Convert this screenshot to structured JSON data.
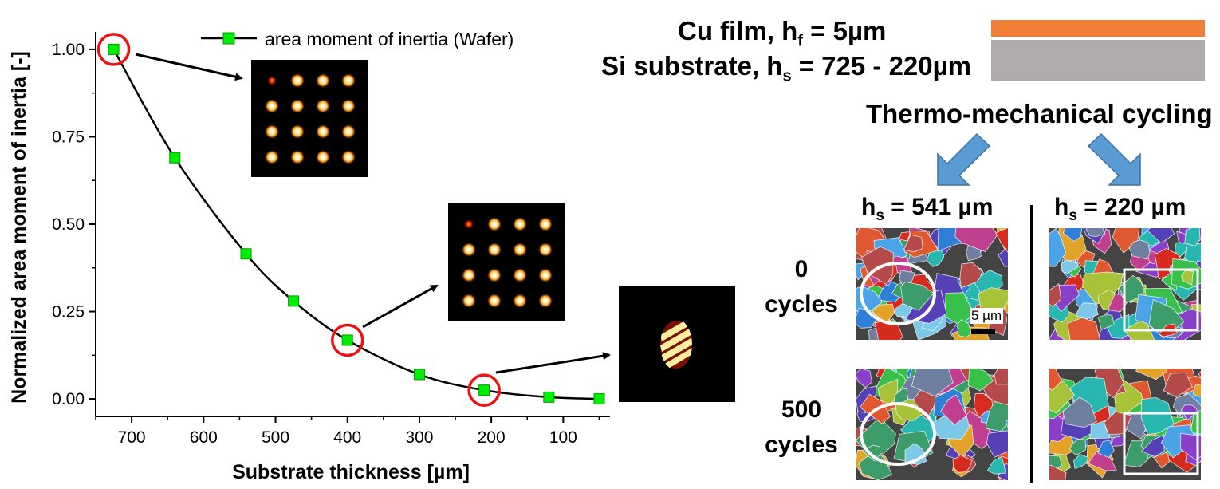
{
  "chart_data": {
    "type": "line",
    "xlabel": "Substrate thickness [µm]",
    "ylabel": "Normalized area moment of inertia [-]",
    "xlim": [
      750,
      35
    ],
    "ylim": [
      -0.05,
      1.05
    ],
    "x_reversed": true,
    "xticks": [
      700,
      600,
      500,
      400,
      300,
      200,
      100
    ],
    "yticks": [
      0.0,
      0.25,
      0.5,
      0.75,
      1.0
    ],
    "xtick_labels": [
      "700",
      "600",
      "500",
      "400",
      "300",
      "200",
      "100"
    ],
    "ytick_labels": [
      "0.00",
      "0.25",
      "0.50",
      "0.75",
      "1.00"
    ],
    "legend": "top-center",
    "grid": false,
    "series": [
      {
        "name": "area moment of inertia (Wafer)",
        "color": "#00ee00",
        "x": [
          725,
          640,
          541,
          475,
          400,
          300,
          210,
          120,
          50
        ],
        "y": [
          1.0,
          0.69,
          0.415,
          0.28,
          0.168,
          0.07,
          0.025,
          0.005,
          0.0
        ]
      }
    ],
    "highlighted_x": [
      725,
      400,
      210
    ]
  },
  "right_panel": {
    "film_label": "Cu film, h",
    "film_sub": "f",
    "film_value": " = 5µm",
    "substrate_label": "Si substrate, h",
    "substrate_sub": "s",
    "substrate_value": " = 725 - 220µm",
    "film_color": "#f07f35",
    "substrate_color": "#b0acab",
    "cycling_title": "Thermo-mechanical cycling",
    "arrow_color": "#5b9bd5",
    "hs_left_prefix": "h",
    "hs_left_sub": "s",
    "hs_left_value": " = 541 µm",
    "hs_right_prefix": "h",
    "hs_right_sub": "s",
    "hs_right_value": " = 220 µm",
    "row1_num": "0",
    "row1_word": "cycles",
    "row2_num": "500",
    "row2_word": "cycles",
    "scale_bar": "5 µm"
  }
}
